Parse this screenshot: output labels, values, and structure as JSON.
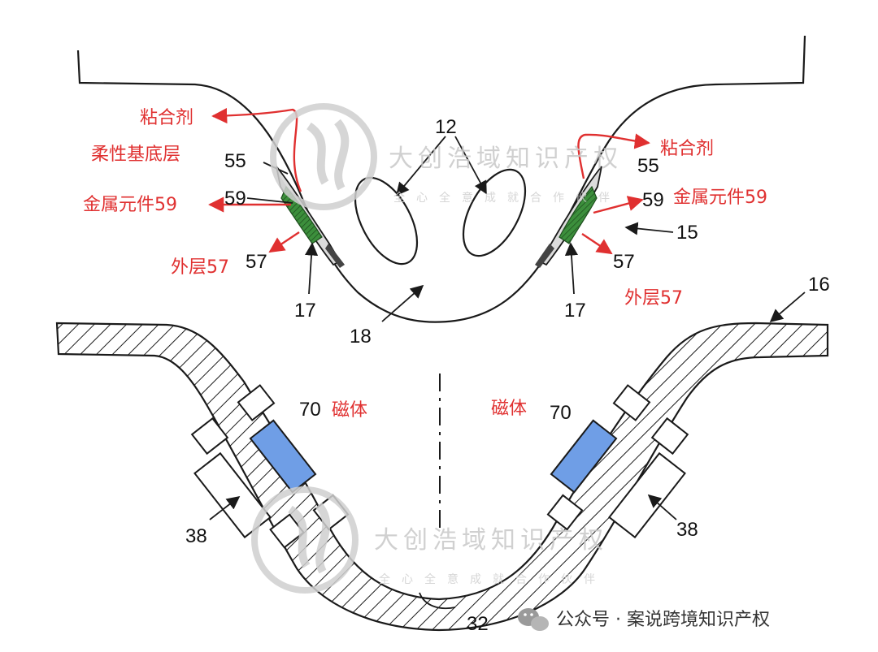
{
  "reference_numerals": {
    "n12": "12",
    "n15": "15",
    "n16": "16",
    "n17_left": "17",
    "n17_right": "17",
    "n18": "18",
    "n32": "32",
    "n38_left": "38",
    "n38_right": "38",
    "n55_left": "55",
    "n55_right": "55",
    "n57_left": "57",
    "n57_right": "57",
    "n59_left": "59",
    "n59_right": "59",
    "n70_left": "70",
    "n70_right": "70"
  },
  "annotations": {
    "adhesive_left": "粘合剂",
    "adhesive_right": "粘合剂",
    "flexible_substrate": "柔性基底层",
    "metal_element_left": "金属元件59",
    "metal_element_right": "金属元件59",
    "outer_layer_left": "外层57",
    "outer_layer_right": "外层57",
    "magnet_left": "磁体",
    "magnet_right": "磁体"
  },
  "watermark": {
    "main_top": "大创浩域知识产权",
    "sub_top": "全心全意成就合作伙伴",
    "main_bottom": "大创浩域知识产权",
    "sub_bottom": "全心全意成就合作伙伴"
  },
  "footer": {
    "text": "公众号 · 案说跨境知识产权"
  },
  "colors": {
    "annotation_red": "#e03030",
    "line_black": "#1a1a1a",
    "magnet_blue": "#6f9ee6",
    "metal_green": "#3c8f3c",
    "watermark_gray": "#c8c8c8"
  }
}
